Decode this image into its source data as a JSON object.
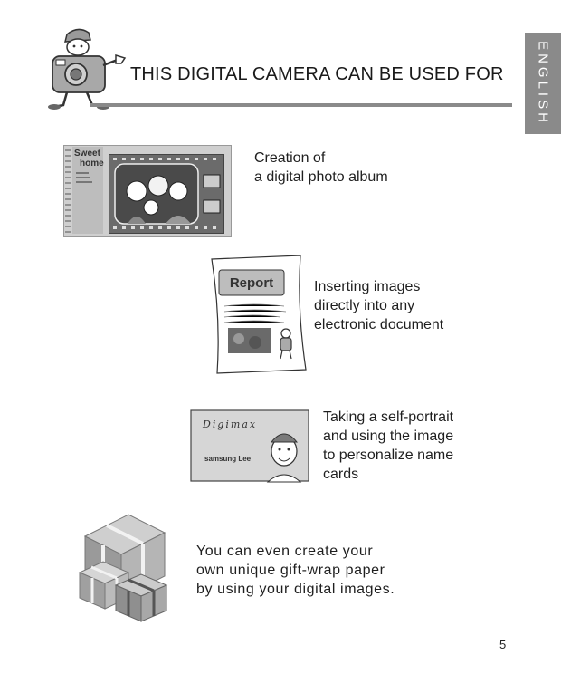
{
  "header": {
    "title": "THIS DIGITAL CAMERA CAN BE USED FOR",
    "language_tab": "ENGLISH"
  },
  "features": [
    {
      "lines": [
        "Creation of",
        "a digital photo album"
      ],
      "icon": "photo-album-icon"
    },
    {
      "lines": [
        "Inserting images",
        "directly into any",
        "electronic document"
      ],
      "icon": "report-document-icon"
    },
    {
      "lines": [
        "Taking a self-portrait",
        "and using the image",
        "to personalize name",
        "cards"
      ],
      "icon": "name-card-icon"
    },
    {
      "lines": [
        "You can even create your",
        "own unique gift-wrap paper",
        "by using your digital images."
      ],
      "icon": "gift-boxes-icon"
    }
  ],
  "album_illustration": {
    "sweet": "Sweet",
    "home": "home"
  },
  "report_illustration": {
    "label": "Report"
  },
  "card_illustration": {
    "brand": "Digimax",
    "name": "samsung Lee"
  },
  "page_number": "5",
  "colors": {
    "accent_gray": "#8a8a8a",
    "text": "#1f1f1f"
  }
}
